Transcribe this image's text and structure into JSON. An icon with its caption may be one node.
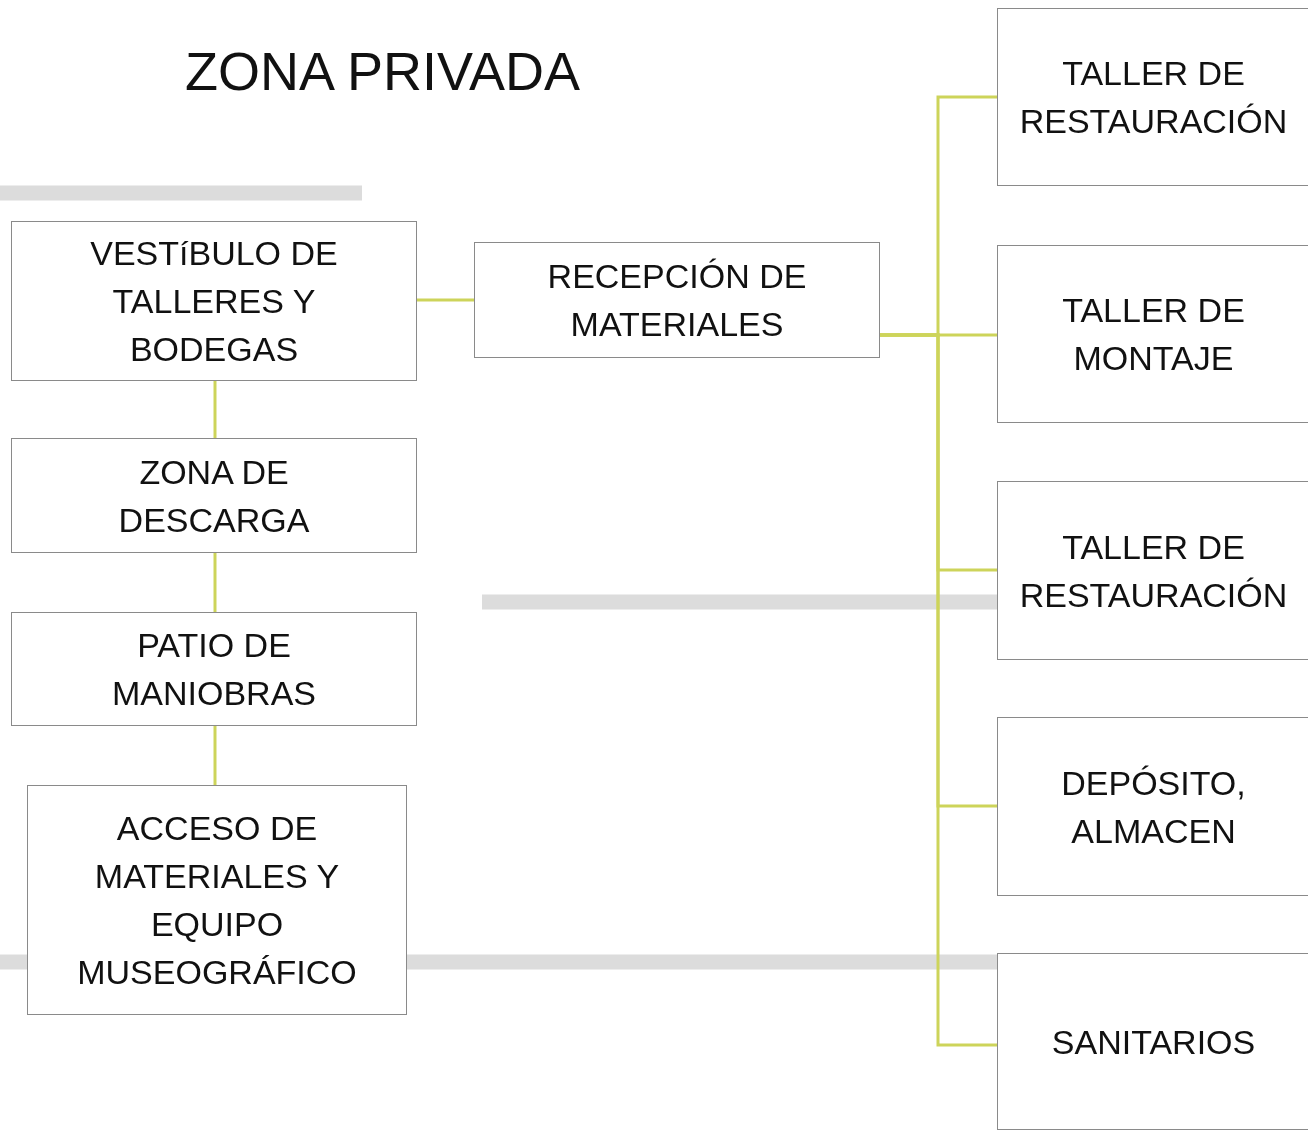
{
  "diagram": {
    "title": "ZONA PRIVADA",
    "nodes": [
      {
        "text": [
          "VESTíBULO DE TALLERES Y BODEGAS"
        ]
      },
      {
        "text": [
          "RECEPCIÓN DE MATERIALES"
        ]
      },
      {
        "text": [
          "ZONA DE DESCARGA"
        ]
      },
      {
        "text": [
          "PATIO DE MANIOBRAS"
        ]
      },
      {
        "text": [
          "ACCESO DE MATERIALES Y EQUIPO MUSEOGRÁFICO"
        ]
      },
      {
        "text": [
          "TALLER DE RESTAURACIÓN"
        ]
      },
      {
        "text": [
          "TALLER DE MONTAJE"
        ]
      },
      {
        "text": [
          "TALLER DE RESTAURACIÓN"
        ]
      },
      {
        "text": [
          "DEPÓSITO, ALMACEN"
        ]
      },
      {
        "text": [
          "SANITARIOS"
        ]
      }
    ],
    "edges": [
      {
        "from": 0,
        "to": 1,
        "arrow": "none"
      },
      {
        "from": 0,
        "to": 2,
        "arrow": "none"
      },
      {
        "from": 2,
        "to": 3,
        "arrow": "none"
      },
      {
        "from": 3,
        "to": 4,
        "arrow": "none"
      },
      {
        "from": 1,
        "to": 5,
        "arrow": "none"
      },
      {
        "from": 1,
        "to": 6,
        "arrow": "none"
      },
      {
        "from": 1,
        "to": 7,
        "arrow": "none"
      },
      {
        "from": 1,
        "to": 8,
        "arrow": "none"
      },
      {
        "from": 1,
        "to": 9,
        "arrow": "none"
      }
    ]
  }
}
